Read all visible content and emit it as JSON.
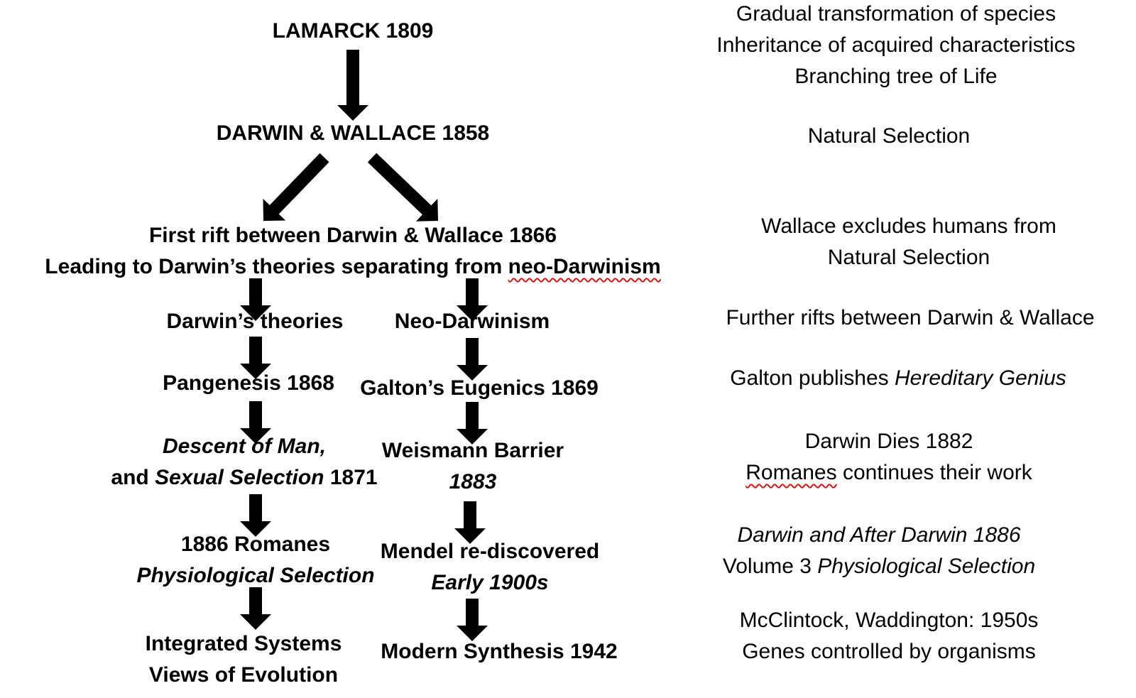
{
  "colors": {
    "arrow": "#000000",
    "text": "#000000",
    "spell_underline": "#d01818"
  },
  "nodes": {
    "lamarck": "LAMARCK 1809",
    "darwin_wallace": "DARWIN & WALLACE 1858",
    "rift_line1": "First rift between Darwin & Wallace 1866",
    "rift_line2_prefix": "Leading to Darwin’s theories separating from ",
    "rift_line2_term": "neo-Darwinism",
    "darwins_theories": "Darwin’s theories",
    "neo_darwinism": "Neo-Darwinism",
    "pangenesis": "Pangenesis 1868",
    "galton": "Galton’s Eugenics 1869",
    "descent_line1": "Descent of Man,",
    "descent_and": "and ",
    "descent_italic": "Sexual Selection",
    "descent_year": " 1871",
    "weismann_line1": "Weismann Barrier",
    "weismann_line2": "1883",
    "romanes_line1": "1886 Romanes",
    "romanes_line2": "Physiological Selection",
    "mendel_line1": "Mendel re-discovered",
    "mendel_line2": "Early 1900s",
    "integrated_line1": "Integrated Systems",
    "integrated_line2": "Views of Evolution",
    "modern_synthesis": "Modern Synthesis 1942"
  },
  "notes": {
    "lamarck": [
      "Gradual transformation of species",
      "Inheritance of acquired characteristics",
      "Branching tree of Life"
    ],
    "natural_selection": "Natural Selection",
    "wallace_excludes": [
      "Wallace excludes humans from",
      "Natural Selection"
    ],
    "further_rifts": "Further rifts between Darwin & Wallace",
    "galton_prefix": "Galton publishes ",
    "galton_book": "Hereditary Genius",
    "darwin_dies": "Darwin Dies 1882",
    "romanes_name": "Romanes",
    "romanes_rest": " continues their work",
    "darwin_after": "Darwin and After Darwin 1886",
    "volume_prefix": "Volume 3 ",
    "volume_italic": "Physiological Selection",
    "mcclintock": "McClintock, Waddington: 1950s",
    "genes": "Genes controlled by organisms"
  }
}
